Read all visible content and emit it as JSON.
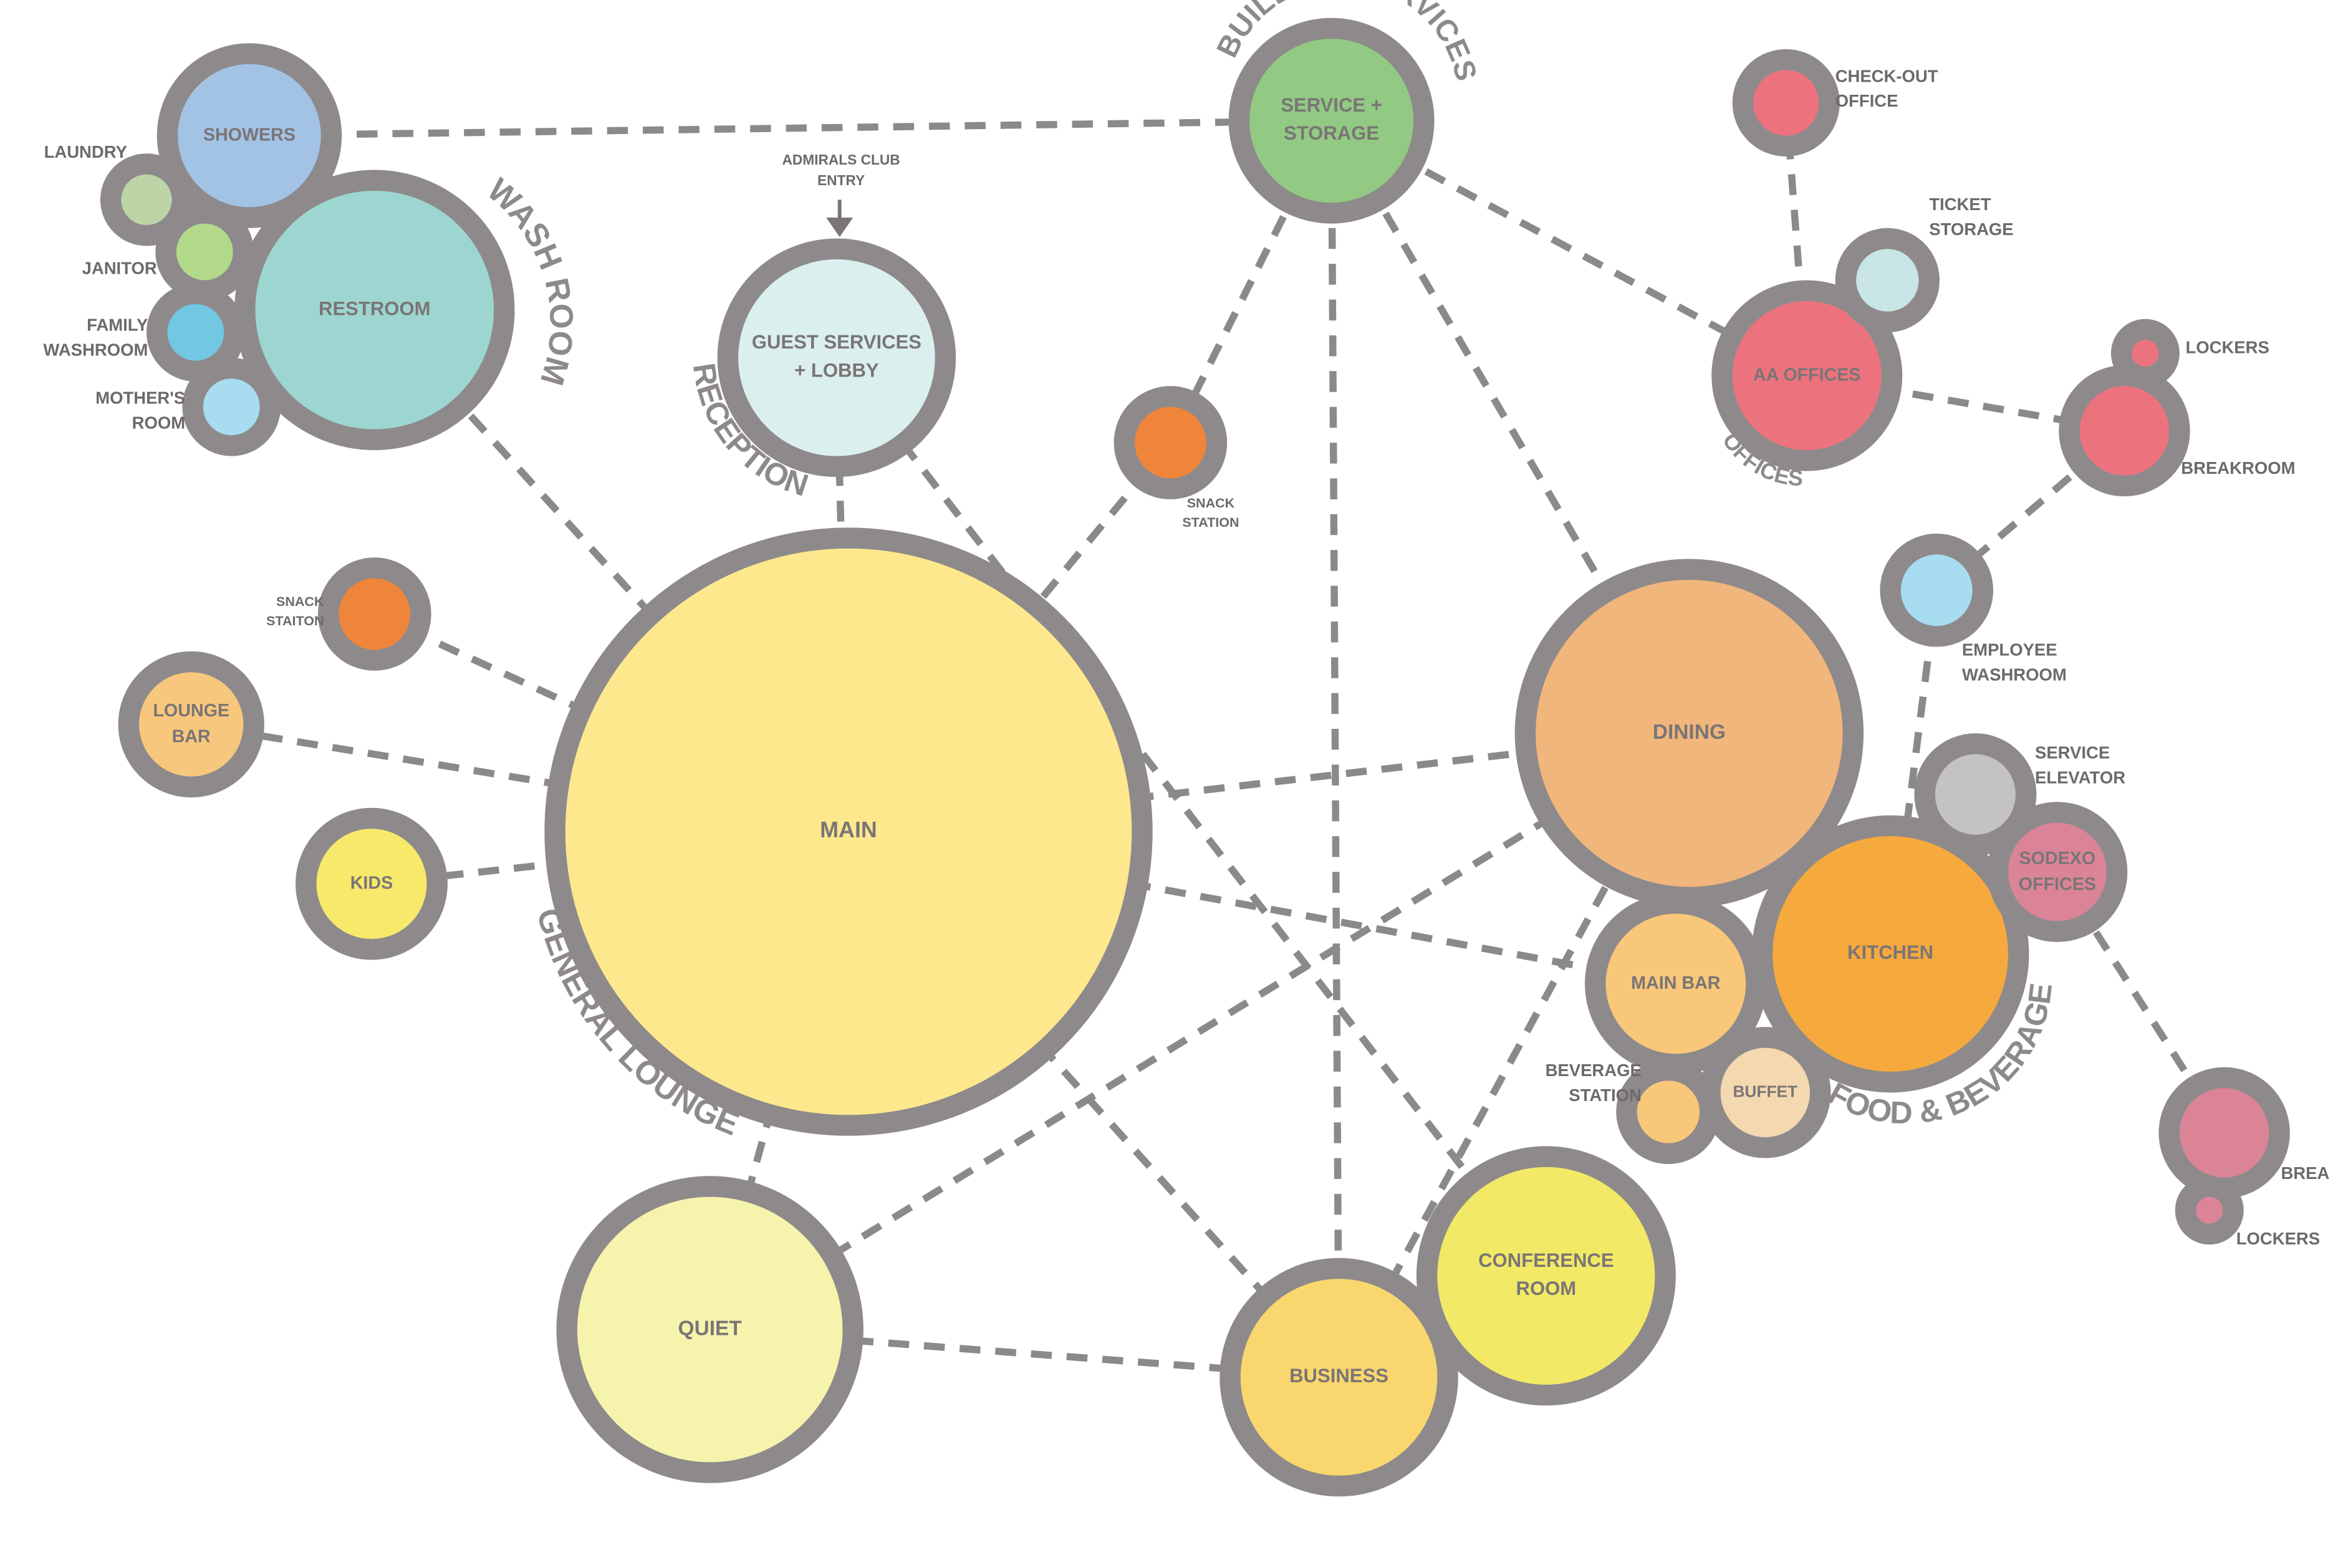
{
  "nodes": [
    {
      "id": "main",
      "label": [
        "MAIN"
      ],
      "color": "#fde88e"
    },
    {
      "id": "restroom",
      "label": [
        "RESTROOM"
      ],
      "color": "#9dd6d1"
    },
    {
      "id": "showers",
      "label": [
        "SHOWERS"
      ],
      "color": "#a3c3e5"
    },
    {
      "id": "laundry",
      "label": [],
      "color": "#bcd4a6"
    },
    {
      "id": "janitor",
      "label": [],
      "color": "#b2d98a"
    },
    {
      "id": "family-washroom",
      "label": [],
      "color": "#72c7e3"
    },
    {
      "id": "mothers-room",
      "label": [],
      "color": "#a8dcf0"
    },
    {
      "id": "guest-services",
      "label": [
        "GUEST SERVICES",
        "+ LOBBY"
      ],
      "color": "#dcefef"
    },
    {
      "id": "service-storage",
      "label": [
        "SERVICE +",
        "STORAGE"
      ],
      "color": "#92c983"
    },
    {
      "id": "snack-station-top",
      "label": [],
      "color": "#ef853a"
    },
    {
      "id": "snack-station-left",
      "label": [],
      "color": "#ef853a"
    },
    {
      "id": "lounge-bar",
      "label": [
        "LOUNGE",
        "BAR"
      ],
      "color": "#f8c77e"
    },
    {
      "id": "kids",
      "label": [
        "KIDS"
      ],
      "color": "#f7e96a"
    },
    {
      "id": "quiet",
      "label": [
        "QUIET"
      ],
      "color": "#f6f3ad"
    },
    {
      "id": "business",
      "label": [
        "BUSINESS"
      ],
      "color": "#f9d76e"
    },
    {
      "id": "conference-room",
      "label": [
        "CONFERENCE",
        "ROOM"
      ],
      "color": "#f2e966"
    },
    {
      "id": "dining",
      "label": [
        "DINING"
      ],
      "color": "#f1b67b"
    },
    {
      "id": "kitchen",
      "label": [
        "KITCHEN"
      ],
      "color": "#f6a93c"
    },
    {
      "id": "main-bar",
      "label": [
        "MAIN BAR"
      ],
      "color": "#f8c77a"
    },
    {
      "id": "buffet",
      "label": [
        "BUFFET"
      ],
      "color": "#f3d8b0"
    },
    {
      "id": "beverage-station",
      "label": [],
      "color": "#f8c77a"
    },
    {
      "id": "service-elevator",
      "label": [],
      "color": "#c4c2c2"
    },
    {
      "id": "sodexo-offices",
      "label": [
        "SODEXO",
        "OFFICES"
      ],
      "color": "#db8497"
    },
    {
      "id": "aa-offices",
      "label": [
        "AA OFFICES"
      ],
      "color": "#ec737d"
    },
    {
      "id": "check-out-office",
      "label": [],
      "color": "#ec737d"
    },
    {
      "id": "ticket-storage",
      "label": [],
      "color": "#c9e5e6"
    },
    {
      "id": "lockers-top",
      "label": [],
      "color": "#ec737d"
    },
    {
      "id": "breakroom-top",
      "label": [],
      "color": "#ec737d"
    },
    {
      "id": "employee-washroom",
      "label": [],
      "color": "#a7dcf1"
    },
    {
      "id": "breakroom-bottom",
      "label": [],
      "color": "#db8497"
    },
    {
      "id": "lockers-bottom",
      "label": [],
      "color": "#db8497"
    }
  ],
  "external_labels": [
    {
      "id": "laundry",
      "lines": [
        "LAUNDRY"
      ]
    },
    {
      "id": "janitor",
      "lines": [
        "JANITOR"
      ]
    },
    {
      "id": "family-washroom",
      "lines": [
        "FAMILY",
        "WASHROOM"
      ]
    },
    {
      "id": "mothers-room",
      "lines": [
        "MOTHER'S",
        "ROOM"
      ]
    },
    {
      "id": "admirals-club-entry",
      "lines": [
        "ADMIRALS CLUB",
        "ENTRY"
      ]
    },
    {
      "id": "snack-station-top",
      "lines": [
        "SNACK",
        "STATION"
      ]
    },
    {
      "id": "snack-station-left",
      "lines": [
        "SNACK",
        "STAITON"
      ]
    },
    {
      "id": "check-out-office",
      "lines": [
        "CHECK-OUT",
        "OFFICE"
      ]
    },
    {
      "id": "ticket-storage",
      "lines": [
        "TICKET",
        "STORAGE"
      ]
    },
    {
      "id": "lockers-top",
      "lines": [
        "LOCKERS"
      ]
    },
    {
      "id": "breakroom-top",
      "lines": [
        "BREAKROOM"
      ]
    },
    {
      "id": "employee-washroom",
      "lines": [
        "EMPLOYEE",
        "WASHROOM"
      ]
    },
    {
      "id": "service-elevator",
      "lines": [
        "SERVICE",
        "ELEVATOR"
      ]
    },
    {
      "id": "beverage-station",
      "lines": [
        "BEVERAGE",
        "STATION"
      ]
    },
    {
      "id": "breakroom-bottom",
      "lines": [
        "BREA"
      ]
    },
    {
      "id": "lockers-bottom",
      "lines": [
        "LOCKERS"
      ]
    }
  ],
  "group_labels": [
    {
      "id": "wash-room",
      "text": "WASH ROOM"
    },
    {
      "id": "reception",
      "text": "RECEPTION"
    },
    {
      "id": "building-services",
      "text": "BUILDING SERVICES"
    },
    {
      "id": "offices",
      "text": "OFFICES"
    },
    {
      "id": "general-lounge",
      "text": "GENERAL LOUNGE"
    },
    {
      "id": "food-beverage",
      "text": "FOOD & BEVERAGE"
    }
  ],
  "connections": [
    [
      "showers",
      "service-storage"
    ],
    [
      "restroom",
      "main"
    ],
    [
      "guest-services",
      "main"
    ],
    [
      "guest-services",
      "conference-room"
    ],
    [
      "service-storage",
      "snack-station-top"
    ],
    [
      "snack-station-top",
      "main"
    ],
    [
      "service-storage",
      "business"
    ],
    [
      "service-storage",
      "dining"
    ],
    [
      "service-storage",
      "aa-offices"
    ],
    [
      "check-out-office",
      "aa-offices"
    ],
    [
      "aa-offices",
      "breakroom-top"
    ],
    [
      "breakroom-top",
      "employee-washroom"
    ],
    [
      "employee-washroom",
      "kitchen"
    ],
    [
      "sodexo-offices",
      "breakroom-bottom"
    ],
    [
      "snack-station-left",
      "main"
    ],
    [
      "lounge-bar",
      "main"
    ],
    [
      "kids",
      "main"
    ],
    [
      "main",
      "dining"
    ],
    [
      "main",
      "main-bar"
    ],
    [
      "main",
      "quiet"
    ],
    [
      "main",
      "business"
    ],
    [
      "quiet",
      "business"
    ],
    [
      "quiet",
      "dining"
    ],
    [
      "business",
      "dining"
    ]
  ]
}
